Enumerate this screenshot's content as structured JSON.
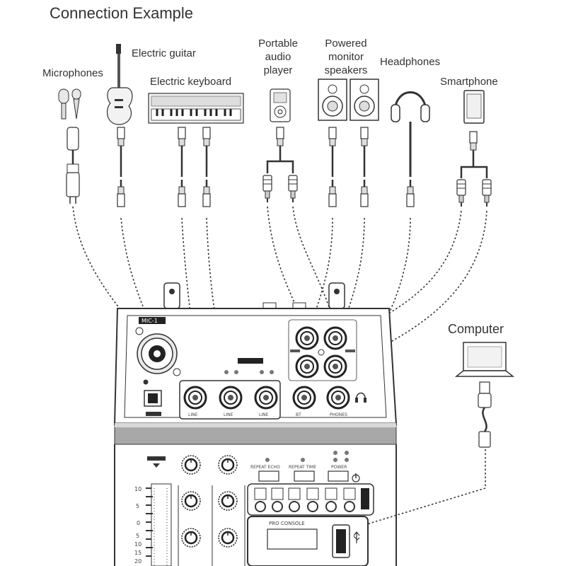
{
  "title": "Connection Example",
  "devices": {
    "microphones": "Microphones",
    "electric_guitar": "Electric guitar",
    "electric_keyboard": "Electric keyboard",
    "portable_audio_player": [
      "Portable",
      "audio",
      "player"
    ],
    "powered_monitor_speakers": [
      "Powered",
      "monitor",
      "speakers"
    ],
    "headphones": "Headphones",
    "smartphone": "Smartphone",
    "computer": "Computer"
  },
  "mixer": {
    "mic_label": "MIC-1",
    "line_labels": [
      "LINE",
      "LINE",
      "LINE"
    ],
    "bluetooth_label": "BT",
    "phones_label": "PHONES",
    "fx_labels": [
      "REPEAT ECHO",
      "REPEAT TIME",
      "POWER"
    ],
    "panel_label": "PRO CONSOLE",
    "scale_values": [
      "10",
      "5",
      "0",
      "5",
      "10",
      "15",
      "20"
    ]
  },
  "icons": {
    "usb": "usb-icon",
    "power": "power-icon",
    "headphones": "headphones-icon"
  }
}
